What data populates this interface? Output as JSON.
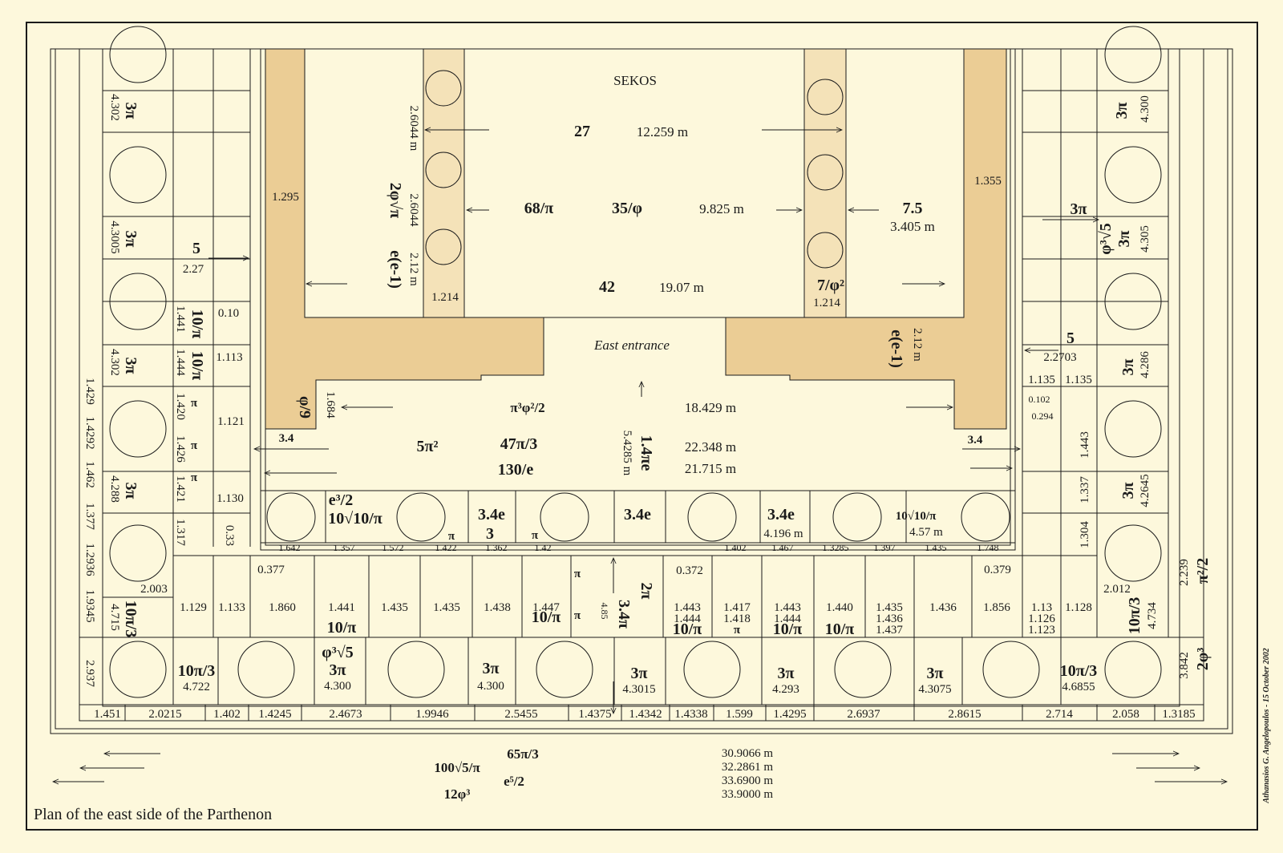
{
  "colors": {
    "background": "#fdf8dc",
    "wall": "#ebcd95",
    "column_band": "#f4e2b8",
    "line": "#1a1a1a"
  },
  "title": "Plan of the east side of the Parthenon",
  "credit": "Athanasios G. Angelopoulos - 15 October 2002",
  "sekos": {
    "label": "SEKOS",
    "rows": [
      {
        "ratio": "27",
        "value": "12.259 m"
      },
      {
        "ratio": "35/φ",
        "ratio2": "68/π",
        "value": "9.825 m"
      },
      {
        "ratio": "42",
        "value": "19.07 m"
      }
    ],
    "side_left": {
      "a": "2.6044 m",
      "b": "2.6044",
      "c": "2.12 m",
      "expr1": "2φ√π",
      "expr2": "e(e-1)",
      "d": "1.214",
      "wall": "1.295"
    },
    "side_right": {
      "ratio": "7.5",
      "value": "3.405 m",
      "expr": "7/φ²",
      "d": "1.214",
      "wall": "1.355",
      "e": "e(e-1)",
      "f": "2.12 m"
    }
  },
  "east_entrance": "East entrance",
  "pronaos": {
    "expr1": "π³φ²/2",
    "val1": "18.429 m",
    "expr2": "47π/3",
    "expr3": "130/e",
    "expr4": "5π²",
    "val2": "22.348 m",
    "val3": "21.715 m",
    "vert_a": "1.4πe",
    "vert_b": "5.4285 m",
    "phi9": "φ/9",
    "v1684": "1.684",
    "left34": "3.4",
    "right34": "3.4"
  },
  "inner_colonnade": {
    "labels": [
      "e³/2",
      "10√10/π",
      "π",
      "3.4e",
      "3",
      "π",
      "3.4e",
      "3.4e",
      "4.196 m",
      "10√10/π",
      "4.57 m"
    ],
    "dims": [
      "1.642",
      "1.357",
      "1.572",
      "1.422",
      "1.362",
      "1.42",
      "1.402",
      "1.467",
      "1.3285",
      "1.397",
      "1.435",
      "1.748"
    ]
  },
  "middle_row": {
    "top": [
      "0.377",
      "0.372",
      "0.379",
      "π",
      "π",
      "2π",
      "3.4π",
      "4.85",
      "2.003",
      "2.012"
    ],
    "values": [
      "1.129",
      "1.133",
      "1.860",
      "1.441",
      "1.435",
      "1.435",
      "1.438",
      "1.447",
      "1.443",
      "1.444",
      "1.417",
      "1.418",
      "1.443",
      "1.444",
      "1.440",
      "1.435",
      "1.436",
      "1.437",
      "1.436",
      "1.856",
      "1.13",
      "1.126",
      "1.123",
      "1.128"
    ],
    "exprs": [
      "10/π",
      "10/π",
      "10/π",
      "π",
      "10/π",
      "10/π"
    ]
  },
  "outer_colonnade": {
    "labels": [
      "10π/3",
      "4.722",
      "φ³√5",
      "3π",
      "4.300",
      "3π",
      "4.300",
      "3π",
      "4.3015",
      "3π",
      "4.293",
      "3π",
      "4.3075",
      "10π/3",
      "4.6855"
    ]
  },
  "bottom_dims": [
    "1.451",
    "2.0215",
    "1.402",
    "1.4245",
    "2.4673",
    "1.9946",
    "2.5455",
    "1.4375",
    "1.4342",
    "1.4338",
    "1.599",
    "1.4295",
    "2.6937",
    "2.8615",
    "2.714",
    "2.058",
    "1.3185"
  ],
  "totals": {
    "exprs": [
      "65π/3",
      "100√5/π",
      "e⁵/2",
      "12φ³"
    ],
    "values": [
      "30.9066 m",
      "32.2861 m",
      "33.6900 m",
      "33.9000 m"
    ]
  },
  "left_side": {
    "labels": [
      "3π",
      "4.302",
      "3π",
      "4.3005",
      "3π",
      "4.302",
      "3π",
      "4.288",
      "10π/3",
      "4.715",
      "5",
      "2.27",
      "0.10",
      "1.113",
      "1.121",
      "1.130",
      "0.33",
      "10/π",
      "1.441",
      "10/π",
      "1.444",
      "π",
      "1.420",
      "π",
      "1.426",
      "π",
      "1.421",
      "1.317"
    ],
    "outer": [
      "1.429",
      "1.4292",
      "1.462",
      "1.377",
      "1.2936",
      "1.9345",
      "2.937"
    ]
  },
  "right_side": {
    "labels": [
      "3π",
      "4.300",
      "3π",
      "φ³√5",
      "3π",
      "4.305",
      "5",
      "2.2703",
      "1.135",
      "1.135",
      "3π",
      "4.286",
      "0.102",
      "0.294",
      "3π",
      "4.2645",
      "1.443",
      "1.337",
      "1.304",
      "10π/3",
      "4.734"
    ],
    "outer": [
      "2.239",
      "π²/2",
      "3.842",
      "2φ³"
    ]
  }
}
